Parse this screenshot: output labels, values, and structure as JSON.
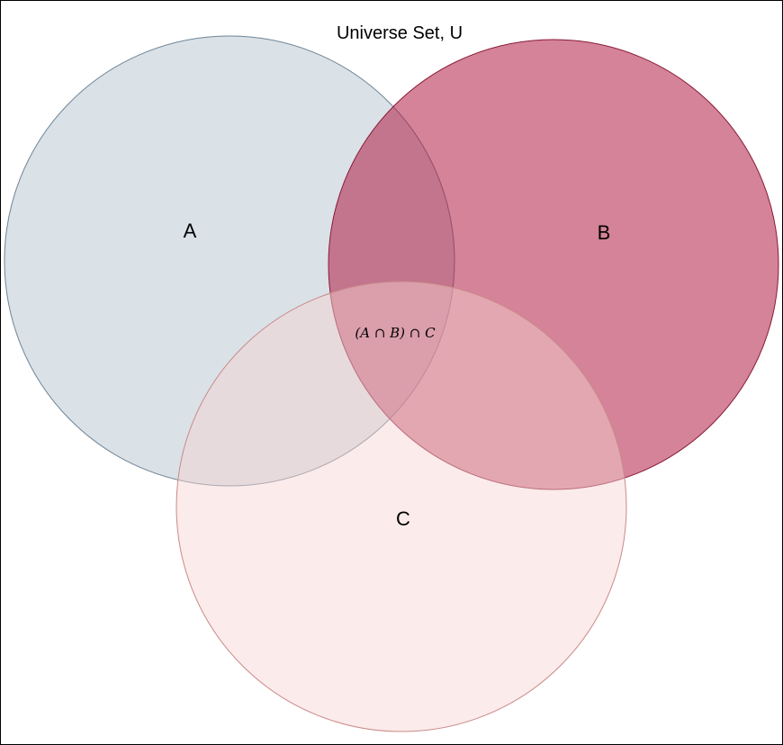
{
  "universe": {
    "title": "Universe Set, U"
  },
  "sets": [
    {
      "name": "A",
      "fill": "#b5c4d0",
      "stroke": "#6f8596"
    },
    {
      "name": "B",
      "fill": "#b01e44",
      "stroke": "#8a1a36"
    },
    {
      "name": "C",
      "fill": "#f6d2d1",
      "stroke": "#c98a88"
    }
  ],
  "intersection_label": "(A ∩ B) ∩ C"
}
